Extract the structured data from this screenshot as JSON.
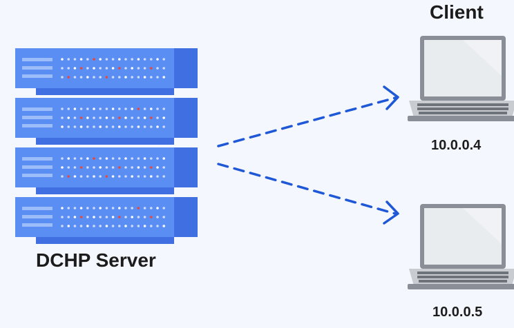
{
  "server": {
    "label": "DCHP Server",
    "unit_count": 4
  },
  "clients": {
    "title": "Client",
    "items": [
      {
        "ip": "10.0.0.4"
      },
      {
        "ip": "10.0.0.5"
      }
    ]
  },
  "colors": {
    "background": "#f4f7fd",
    "server_main": "#5b8ef2",
    "server_dark": "#3f6fe0",
    "server_light": "#9dbdfa",
    "arrow": "#1f58d6",
    "laptop_frame": "#8a8f97",
    "laptop_screen": "#e9ecef",
    "keyboard": "#c9cdd2",
    "led_red": "#e8473a"
  }
}
